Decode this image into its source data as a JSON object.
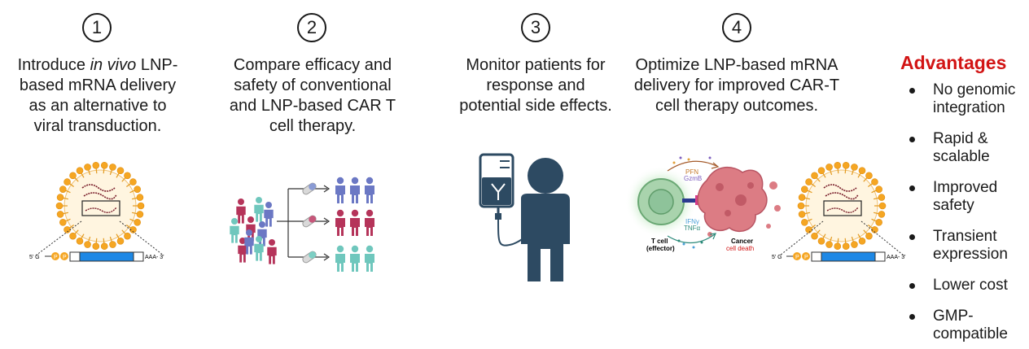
{
  "steps": [
    {
      "number": "1",
      "line1_pre": "Introduce ",
      "line1_em": "in vivo",
      "line1_post": " LNP-",
      "line2": "based mRNA delivery",
      "line3": "as an alternative to",
      "line4": "viral transduction."
    },
    {
      "number": "2",
      "line1": "Compare efficacy and",
      "line2": "safety of conventional",
      "line3": "and LNP-based CAR T",
      "line4": "cell therapy."
    },
    {
      "number": "3",
      "line1": "Monitor patients for",
      "line2": "response and",
      "line3": "potential side effects."
    },
    {
      "number": "4",
      "line1": "Optimize LNP-based mRNA",
      "line2": "delivery for improved CAR-T",
      "line3": "cell therapy outcomes."
    }
  ],
  "mrna": {
    "five_prime": "5' G",
    "p": "P",
    "three_prime": "AAA- 3'"
  },
  "tcell_panel": {
    "tcell_label_1": "T cell",
    "tcell_label_2": "(effector)",
    "cancer_label_1": "Cancer",
    "cancer_label_2": "cell death",
    "top_label_1": "PFN",
    "top_label_2": "GzmB",
    "bottom_label_1": "IFNγ",
    "bottom_label_2": "TNFα"
  },
  "advantages": {
    "title": "Advantages",
    "items": [
      {
        "l1": "No genomic",
        "l2": "integration"
      },
      {
        "l1": "Rapid &",
        "l2": "scalable"
      },
      {
        "l1": "Improved",
        "l2": "safety"
      },
      {
        "l1": "Transient",
        "l2": "expression"
      },
      {
        "l1": "Lower cost",
        "l2": ""
      },
      {
        "l1": "GMP-",
        "l2": "compatible"
      }
    ]
  },
  "colors": {
    "lnp_orange": "#f5a623",
    "mrna_blue": "#1e88e5",
    "people_purple": "#6b78c4",
    "people_red": "#b5345a",
    "people_teal": "#6fc7bd",
    "patient_navy": "#2d4a62",
    "cancer_pink": "#d9707a",
    "tcell_green": "#8ec39a",
    "advantage_red": "#d21414"
  }
}
